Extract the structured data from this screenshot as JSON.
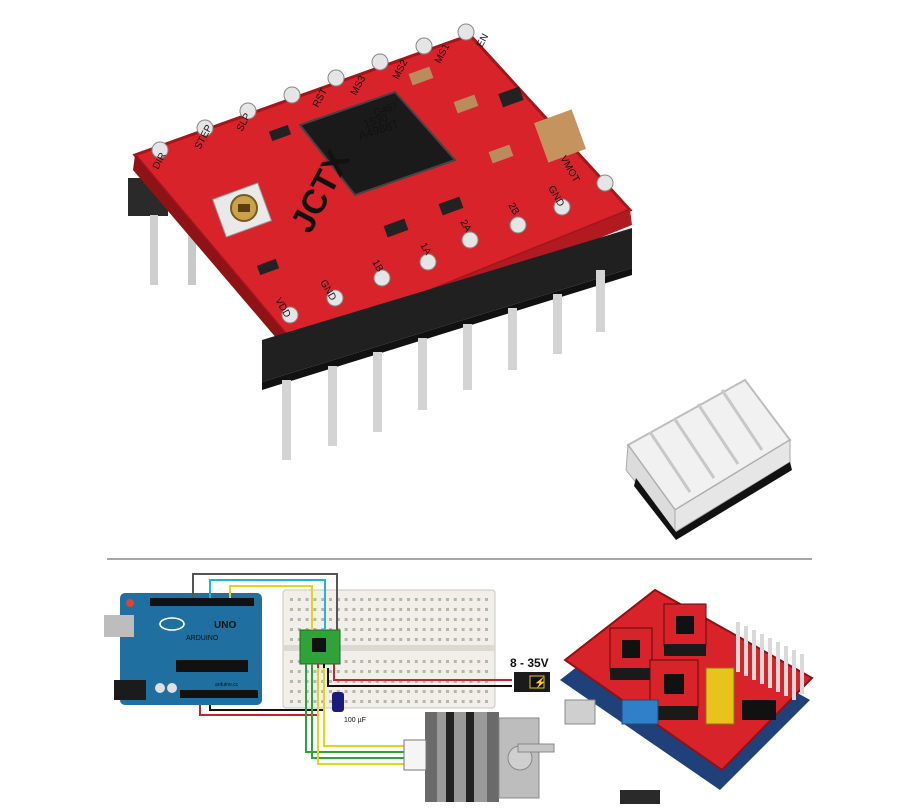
{
  "top_photo": {
    "chip_marking_line1": "A4988T",
    "chip_marking_line2": "1530",
    "chip_marking_line3": "G487",
    "board_logo": "JCTX",
    "pin_labels_left": [
      "DIR",
      "STEP",
      "SLP",
      "RST",
      "MS3",
      "MS2",
      "MS1",
      "EN"
    ],
    "pin_labels_right": [
      "VDD",
      "GND",
      "1B",
      "1A",
      "2A",
      "2B",
      "GND",
      "VMOT"
    ]
  },
  "wiring_diagram": {
    "arduino_brand": "UNO",
    "arduino_sub": "ARDUINO",
    "arduino_site": "arduino.cc",
    "power_label": "8 - 35V",
    "capacitor_label": "100 µF"
  },
  "colors": {
    "pcb_red": "#d8232a",
    "arduino_blue": "#1f6fa0",
    "breadboard": "#f0efe9",
    "wire_red": "#c0262d",
    "wire_yellow": "#e7d21b",
    "wire_green": "#2fa33a",
    "wire_cyan": "#1fb6d8"
  }
}
